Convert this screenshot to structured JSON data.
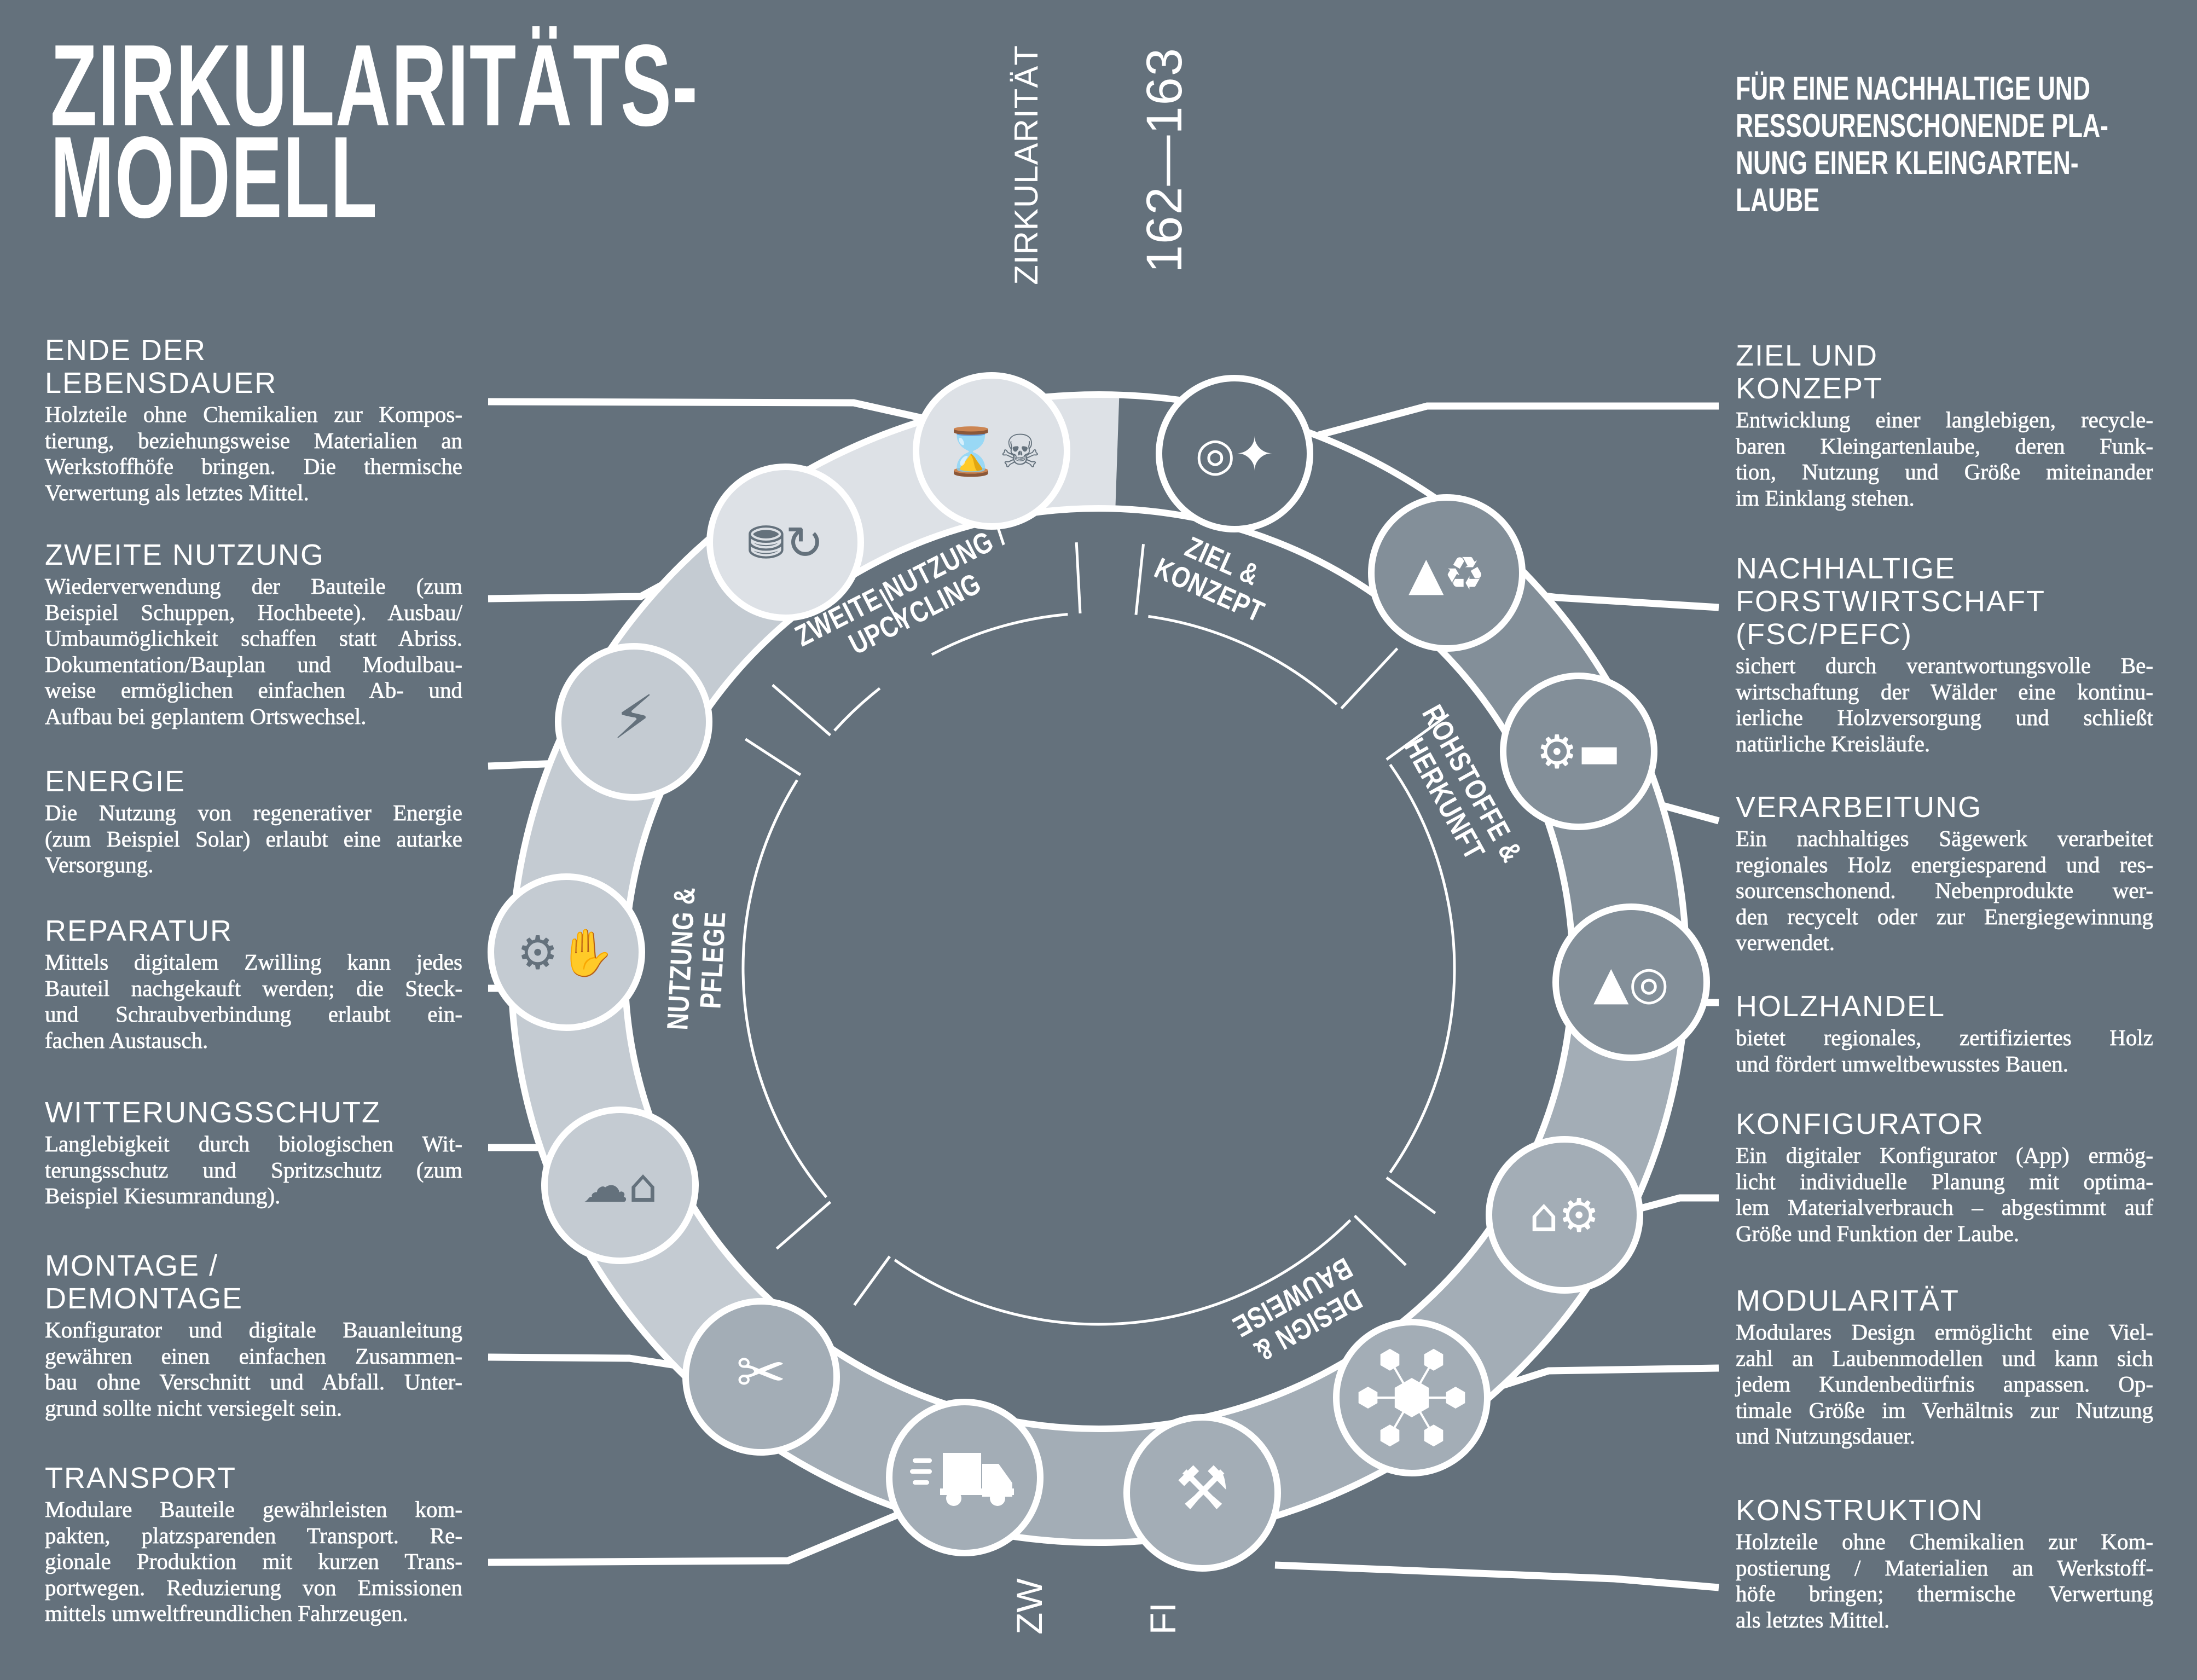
{
  "header": {
    "title_lines": [
      "ZIRKULARITÄTS-",
      "MODELL"
    ],
    "chapter": "ZIRKULARITÄT",
    "pages": "162—163",
    "subtitle_lines": [
      "FÜR EINE NACHHALTIGE UND",
      "RESSOURENSCHONENDE PLA-",
      "NUNG EINER KLEINGARTEN-",
      "LAUBE"
    ]
  },
  "footer_fragments": [
    "ZW",
    "FI"
  ],
  "colors": {
    "background": "#64717c",
    "lightest": "#dde1e6",
    "light": "#c4cbd2",
    "mid": "#a3adb6",
    "dark": "#838f99",
    "line": "#ffffff"
  },
  "sections": [
    {
      "lines": [
        "ZWEITE NUTZUNG /",
        "UPCYCLING"
      ]
    },
    {
      "lines": [
        "ZIEL &",
        "KONZEPT"
      ]
    },
    {
      "lines": [
        "ROHSTOFFE &",
        "HERKUNFT"
      ]
    },
    {
      "lines": [
        "DESIGN &",
        "BAUWEISE"
      ]
    },
    {
      "lines": [
        "NUTZUNG &",
        "PFLEGE"
      ]
    }
  ],
  "left_column": [
    {
      "heading": [
        "ENDE DER",
        "LEBENSDAUER"
      ],
      "icon": "hourglass-skull-icon",
      "body": [
        "Holzteile ohne Chemikalien zur Kompos-",
        "tierung, beziehungsweise Materialien an",
        "Werkstoffhöfe bringen. Die thermische",
        "Verwertung als letztes Mittel."
      ]
    },
    {
      "heading": [
        "ZWEITE NUTZUNG"
      ],
      "icon": "database-reuse-icon",
      "body": [
        "Wiederverwendung der Bauteile (zum",
        "Beispiel Schuppen, Hochbeete). Ausbau/",
        "Umbaumöglichkeit schaffen statt Abriss.",
        "Dokumentation/Bauplan und Modulbau-",
        "weise ermöglichen einfachen Ab- und",
        "Aufbau bei geplantem Ortswechsel."
      ]
    },
    {
      "heading": [
        "ENERGIE"
      ],
      "icon": "lightning-bolt-icon",
      "body": [
        "Die Nutzung von regenerativer Energie",
        "(zum Beispiel Solar) erlaubt eine autarke",
        "Versorgung."
      ]
    },
    {
      "heading": [
        "REPARATUR"
      ],
      "icon": "hand-gear-wrench-icon",
      "body": [
        "Mittels digitalem Zwilling kann jedes",
        "Bauteil nachgekauft werden; die Steck-",
        "und Schraubverbindung erlaubt ein-",
        "fachen Austausch."
      ]
    },
    {
      "heading": [
        "WITTERUNGSSCHUTZ"
      ],
      "icon": "weather-house-icon",
      "body": [
        "Langlebigkeit durch biologischen Wit-",
        "terungsschutz und Spritzschutz (zum",
        "Beispiel Kiesumrandung)."
      ]
    },
    {
      "heading": [
        "MONTAGE /",
        "DEMONTAGE"
      ],
      "icon": "wrench-screwdriver-icon",
      "body": [
        "Konfigurator und digitale Bauanleitung",
        "gewähren einen einfachen Zusammen-",
        "bau ohne Verschnitt und Abfall. Unter-",
        "grund sollte nicht versiegelt sein."
      ]
    },
    {
      "heading": [
        "TRANSPORT"
      ],
      "icon": "truck-icon",
      "body": [
        "Modulare Bauteile gewährleisten kom-",
        "pakten, platzsparenden Transport. Re-",
        "gionale Produktion mit kurzen Trans-",
        "portwegen. Reduzierung von Emissionen",
        "mittels umweltfreundlichen Fahrzeugen."
      ]
    }
  ],
  "right_column": [
    {
      "heading": [
        "ZIEL UND",
        "KONZEPT"
      ],
      "icon": "target-lightbulb-icon",
      "body": [
        "Entwicklung einer langlebigen, recycle-",
        "baren Kleingartenlaube, deren Funk-",
        "tion, Nutzung und Größe miteinander",
        "im Einklang stehen."
      ]
    },
    {
      "heading": [
        "NACHHALTIGE",
        "FORSTWIRTSCHAFT",
        "(FSC/PEFC)"
      ],
      "icon": "tree-recycle-icon",
      "body": [
        "sichert durch verantwortungsvolle Be-",
        "wirtschaftung der Wälder eine kontinu-",
        "ierliche Holzversorgung und schließt",
        "natürliche Kreisläufe."
      ]
    },
    {
      "heading": [
        "VERARBEITUNG"
      ],
      "icon": "gear-conveyor-icon",
      "body": [
        "Ein nachhaltiges Sägewerk verarbeitet",
        "regionales Holz energiesparend und res-",
        "sourcenschonend. Nebenprodukte wer-",
        "den recycelt oder zur Energiegewinnung",
        "verwendet."
      ]
    },
    {
      "heading": [
        "HOLZHANDEL"
      ],
      "icon": "tree-logs-icon",
      "body": [
        "bietet regionales, zertifiziertes Holz",
        "und fördert umweltbewusstes Bauen."
      ]
    },
    {
      "heading": [
        "KONFIGURATOR"
      ],
      "icon": "monitor-house-gear-icon",
      "body": [
        "Ein digitaler Konfigurator (App) ermög-",
        "licht individuelle Planung mit optima-",
        "lem Materialverbrauch – abgestimmt auf",
        "Größe und Funktion der Laube."
      ]
    },
    {
      "heading": [
        "MODULARITÄT"
      ],
      "icon": "hexagon-modules-icon",
      "body": [
        "Modulares Design ermöglicht eine Viel-",
        "zahl an Laubenmodellen und kann sich",
        "jedem Kundenbedürfnis anpassen. Op-",
        "timale Größe im Verhältnis zur Nutzung",
        "und Nutzungsdauer."
      ]
    },
    {
      "heading": [
        "KONSTRUKTION"
      ],
      "icon": "hammer-ruler-icon",
      "body": [
        "Holzteile ohne Chemikalien zur Kom-",
        "postierung / Materialien an Werkstoff-",
        "höfe bringen; thermische Verwertung",
        "als letztes Mittel."
      ]
    }
  ]
}
